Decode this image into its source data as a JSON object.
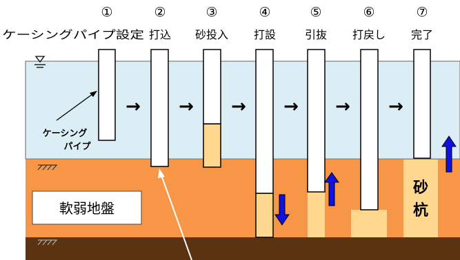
{
  "steps": [
    {
      "num": "①",
      "label": "ケーシングパイプ設定"
    },
    {
      "num": "②",
      "label": "打込"
    },
    {
      "num": "③",
      "label": "砂投入"
    },
    {
      "num": "④",
      "label": "打設"
    },
    {
      "num": "⑤",
      "label": "引抜"
    },
    {
      "num": "⑥",
      "label": "打戻し"
    },
    {
      "num": "⑦",
      "label": "完了"
    }
  ],
  "arrow_glyph": "→",
  "casing_label": [
    "ケーシング",
    "パイプ"
  ],
  "soft_ground_label": "軟弱地盤",
  "sand_pile_label": [
    "砂",
    "杭"
  ],
  "colors": {
    "water": "#dbeef5",
    "soft_ground": "#f79646",
    "hard_ground": "#5c3310",
    "sand": "#ffd890",
    "pipe": "#ffffff",
    "direction_arrow": "#1010e0"
  },
  "icons": [
    "water-level-icon",
    "ground-hatch-icon"
  ]
}
